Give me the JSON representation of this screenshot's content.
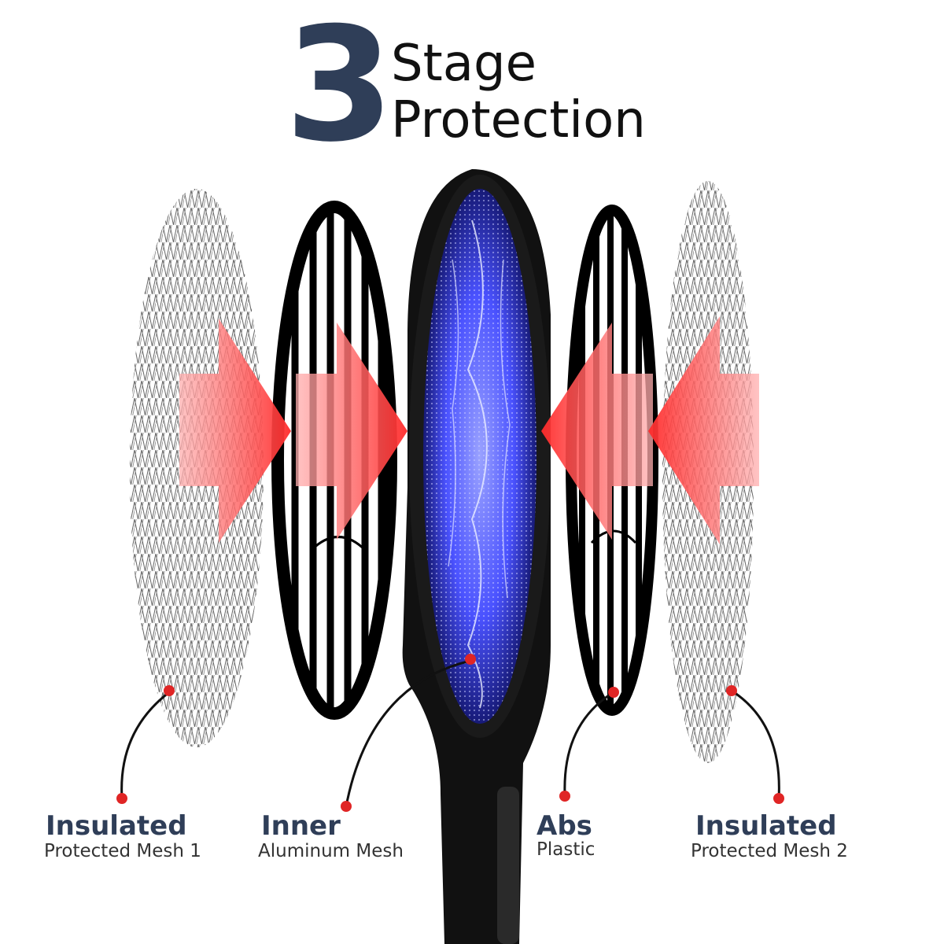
{
  "title": {
    "number": "3",
    "line1": "Stage",
    "line2": "Protection"
  },
  "colors": {
    "navy": "#2f3e58",
    "arrow_red": "#ff4040",
    "marker_red": "#e02525",
    "glow_blue": "#4a5cff"
  },
  "icons": [
    "mesh-layer",
    "grid-layer",
    "racket",
    "arrow-right",
    "arrow-left"
  ],
  "labels": [
    {
      "head": "Insulated",
      "sub": "Protected Mesh 1"
    },
    {
      "head": "Inner",
      "sub": "Aluminum Mesh"
    },
    {
      "head": "Abs",
      "sub": "Plastic"
    },
    {
      "head": "Insulated",
      "sub": "Protected Mesh 2"
    }
  ]
}
